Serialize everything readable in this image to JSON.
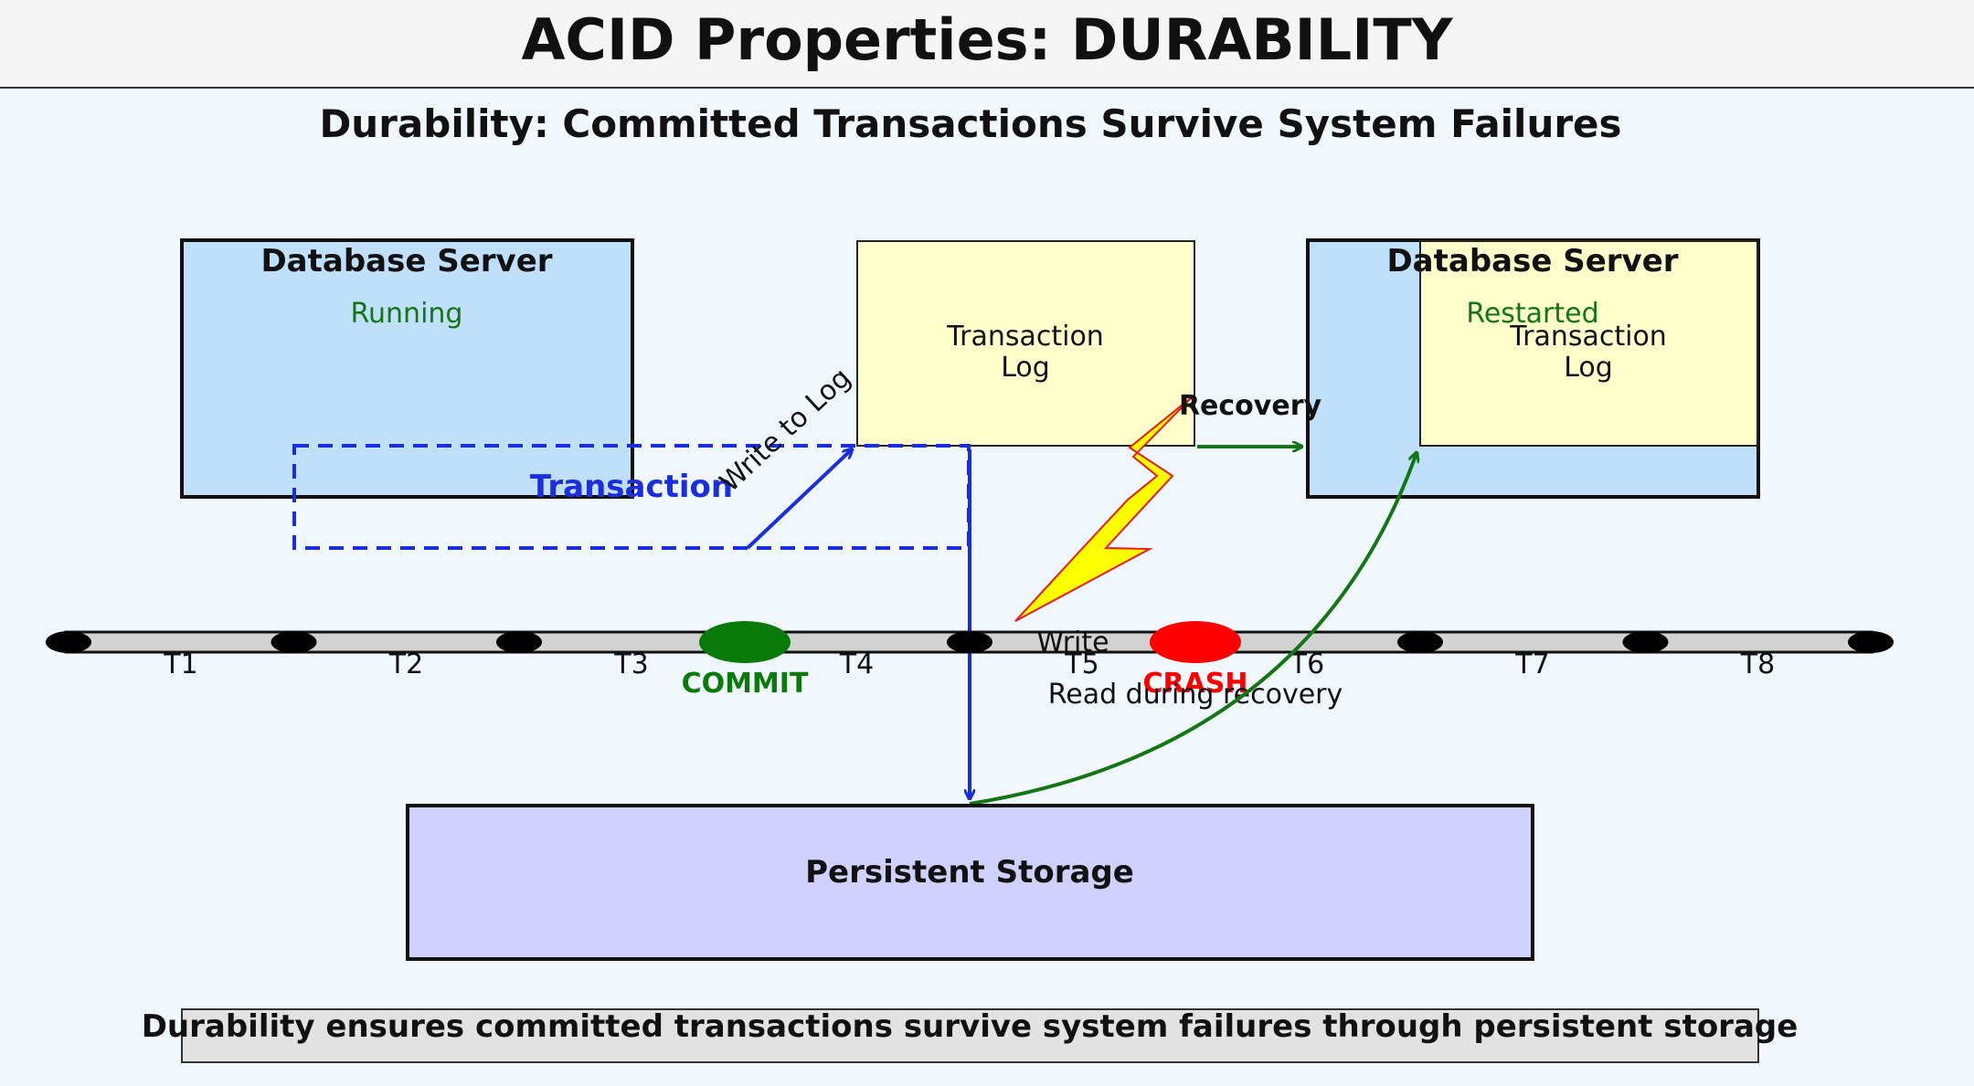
{
  "header": {
    "title": "ACID Properties: DURABILITY"
  },
  "diagram": {
    "subtitle": "Durability: Committed Transactions Survive System Failures",
    "server_before": {
      "title": "Database Server",
      "status": "Running"
    },
    "server_after": {
      "title": "Database Server",
      "status": "Restarted"
    },
    "log_before": {
      "line1": "Transaction",
      "line2": "Log"
    },
    "log_after": {
      "line1": "Transaction",
      "line2": "Log"
    },
    "transaction_label": "Transaction",
    "write_to_log_label": "Write to Log",
    "recovery_label": "Recovery",
    "write_label": "Write",
    "read_label": "Read during recovery",
    "commit_label": "COMMIT",
    "crash_label": "CRASH",
    "storage_label": "Persistent Storage",
    "timeline": [
      "T1",
      "T2",
      "T3",
      "T4",
      "T5",
      "T6",
      "T7",
      "T8"
    ],
    "footer": "Durability ensures committed transactions survive system failures through persistent storage"
  },
  "colors": {
    "server_fill": "#bfdffb",
    "log_fill": "#ffffcc",
    "storage_fill": "#d0d0fc",
    "transaction_blue": "#1a2ee0",
    "recovery_green": "#137513",
    "commit_green": "#0a7a0a",
    "crash_red": "#ff0000",
    "lightning_fill": "#ffff00"
  }
}
